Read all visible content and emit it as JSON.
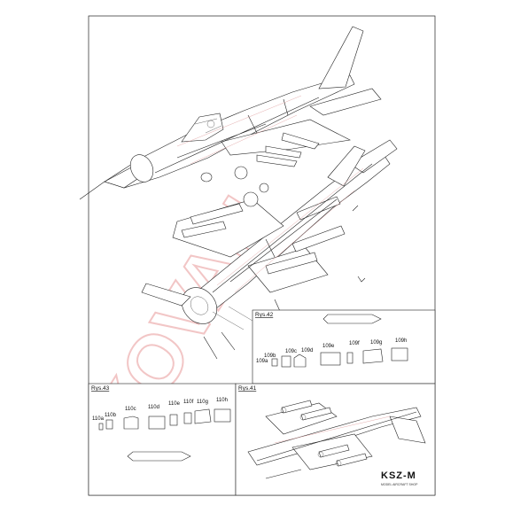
{
  "document": {
    "watermark": "KOVAN",
    "panels": {
      "rys42": {
        "title": "Rys.42",
        "parts": [
          "109a",
          "109b",
          "109c",
          "109d",
          "109e",
          "109f",
          "109g",
          "109h"
        ]
      },
      "rys43": {
        "title": "Rys.43",
        "parts": [
          "110a",
          "110b",
          "110c",
          "110d",
          "110e",
          "110f",
          "110g",
          "110h"
        ]
      },
      "rys41": {
        "title": "Rys.41"
      }
    },
    "brand": {
      "logo": "KSZ-M",
      "tagline": "MODEL AIRCRAFT SHOP"
    }
  }
}
